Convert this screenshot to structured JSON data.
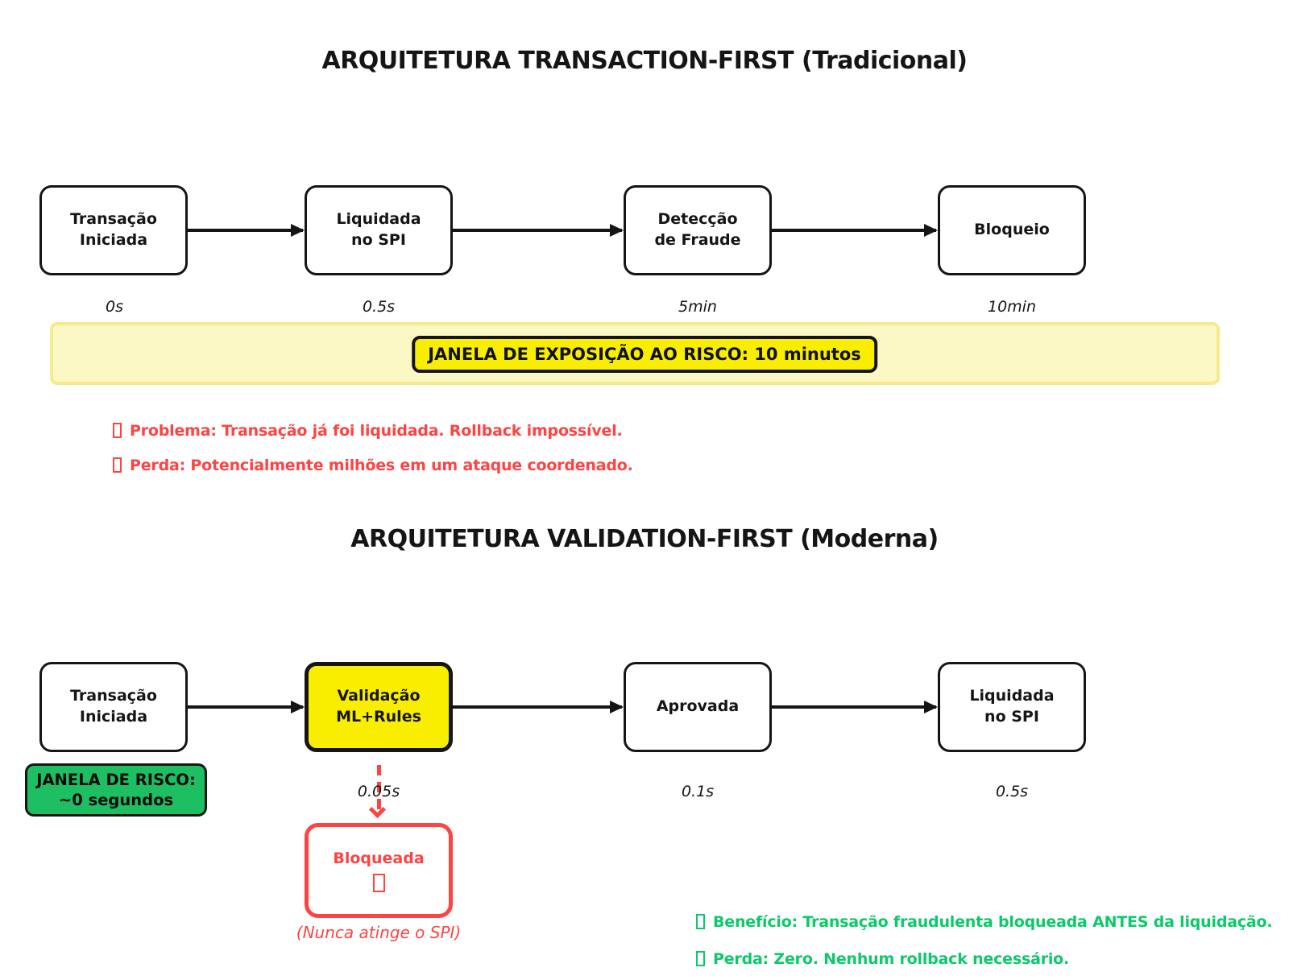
{
  "colors": {
    "red": "#FF4343",
    "green_text": "#0CC96A",
    "green_fill": "#1EBE63",
    "yellow_fill": "#F9EE00",
    "strip_fill": "#FCF8C5",
    "strip_border": "#F5EB8A",
    "outline_black": "#151515"
  },
  "traditional": {
    "title": "ARQUITETURA TRANSACTION-FIRST (Tradicional)",
    "nodes": [
      {
        "label": "Transação\nIniciada",
        "time": "0s"
      },
      {
        "label": "Liquidada\nno SPI",
        "time": "0.5s"
      },
      {
        "label": "Detecção\nde Fraude",
        "time": "5min"
      },
      {
        "label": "Bloqueio",
        "time": "10min"
      }
    ],
    "risk_banner": "JANELA DE EXPOSIÇÃO AO RISCO: 10 minutos",
    "problem": "Problema: Transação já foi liquidada. Rollback impossível.",
    "loss": "Perda: Potencialmente milhões em um ataque coordenado."
  },
  "modern": {
    "title": "ARQUITETURA VALIDATION-FIRST (Moderna)",
    "nodes": [
      {
        "label": "Transação\nIniciada",
        "time": ""
      },
      {
        "label": "Validação\nML+Rules",
        "time": "0.05s"
      },
      {
        "label": "Aprovada",
        "time": "0.1s"
      },
      {
        "label": "Liquidada\nno SPI",
        "time": "0.5s"
      }
    ],
    "risk_window": "JANELA DE RISCO:\n~0 segundos",
    "blocked": {
      "label": "Bloqueada",
      "caption": "(Nunca atinge o SPI)"
    },
    "benefit": "Benefício: Transação fraudulenta bloqueada ANTES da liquidação.",
    "loss": "Perda: Zero. Nenhum rollback necessário."
  }
}
